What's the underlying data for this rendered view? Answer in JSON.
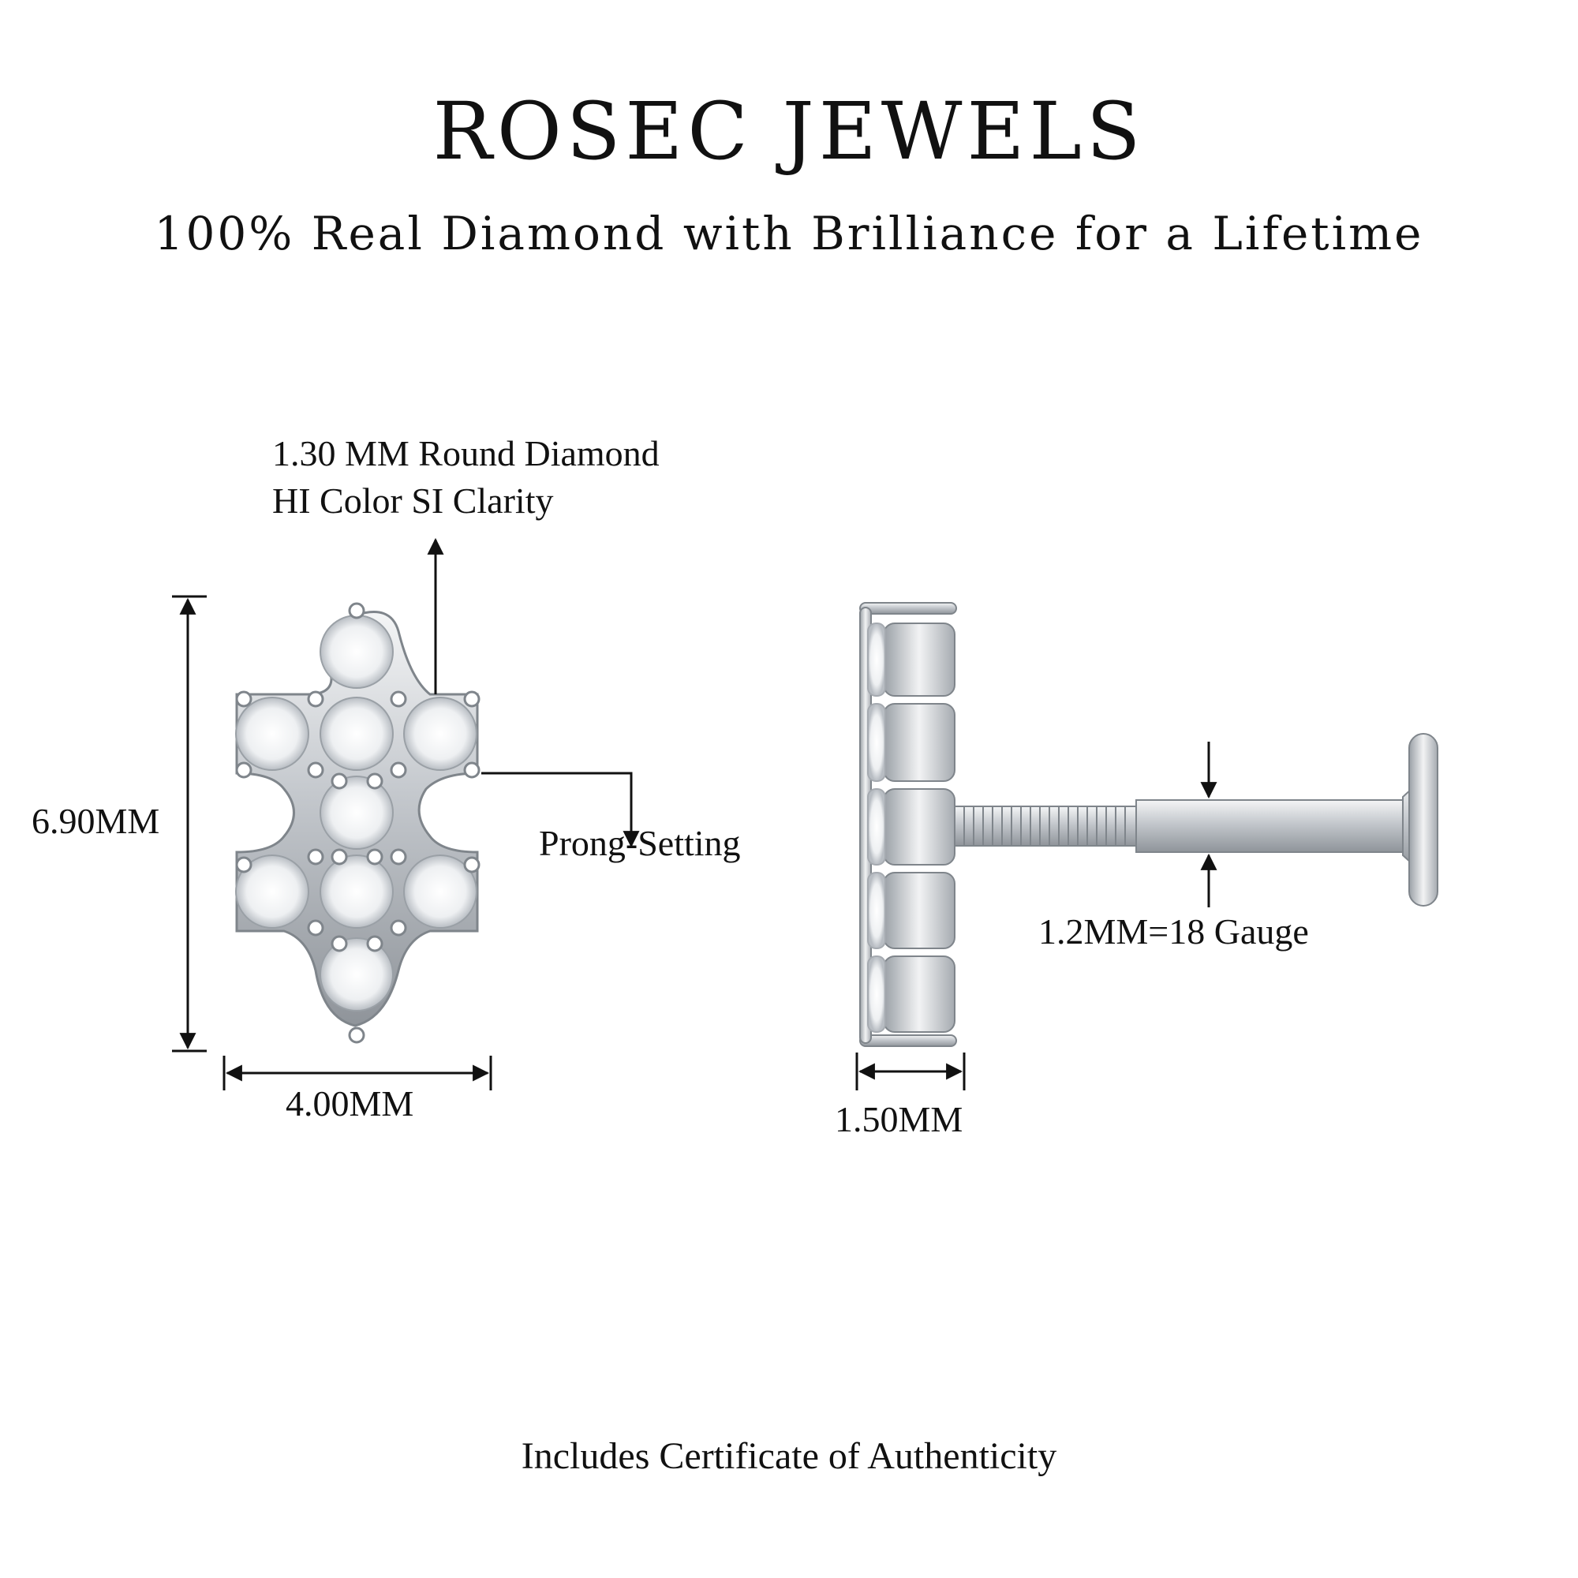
{
  "header": {
    "brand": "ROSEC JEWELS",
    "tagline": "100% Real Diamond with Brilliance for a Lifetime"
  },
  "annotations": {
    "stone_line1": "1.30 MM Round Diamond",
    "stone_line2": "HI Color SI Clarity",
    "setting": "Prong-Setting",
    "height": "6.90MM",
    "width": "4.00MM",
    "depth": "1.50MM",
    "gauge": "1.2MM=18 Gauge"
  },
  "footer": {
    "note": "Includes Certificate of Authenticity"
  },
  "colors": {
    "metal": "#c9cdd2",
    "metal_dark": "#8e9399",
    "text": "#111111"
  }
}
